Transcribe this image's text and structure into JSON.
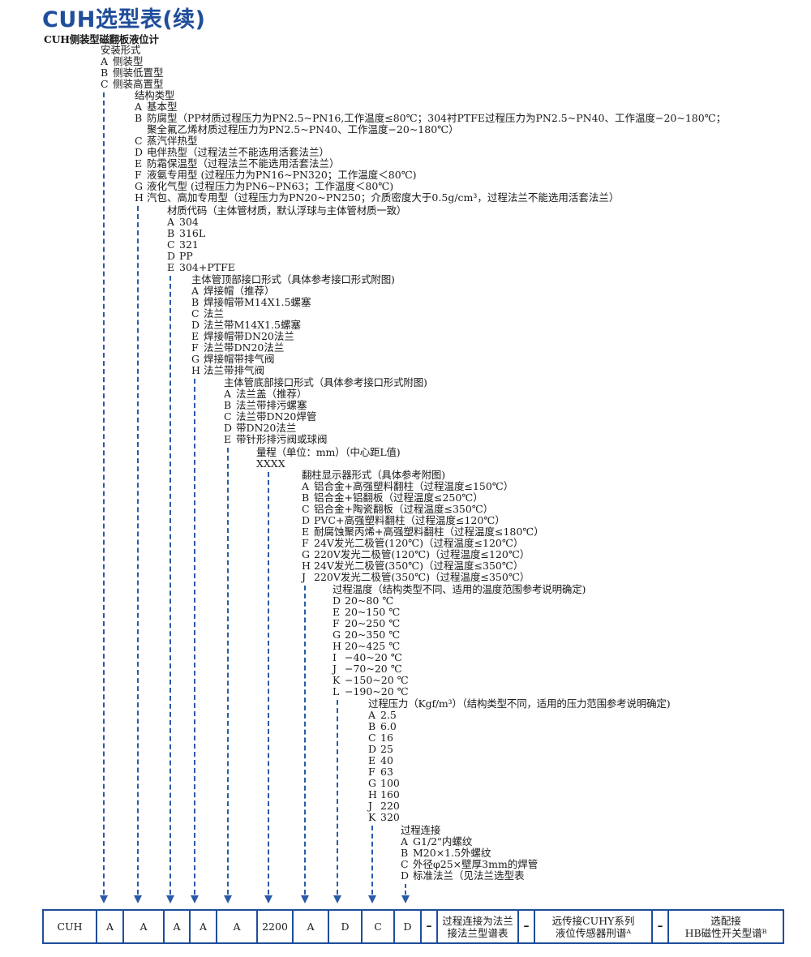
{
  "title": "CUH选型表(续)",
  "subtitle": "CUH侧装型磁翻板液位计",
  "groups": [
    {
      "id": "install",
      "title": "安装形式",
      "options": [
        {
          "code": "A",
          "text": "侧装型"
        },
        {
          "code": "B",
          "text": "侧装低置型"
        },
        {
          "code": "C",
          "text": "侧装高置型"
        }
      ]
    },
    {
      "id": "structure",
      "title": "结构类型",
      "options": [
        {
          "code": "A",
          "text": "基本型"
        },
        {
          "code": "B",
          "text": "防腐型（PP材质过程压力为PN2.5~PN16,工作温度≤80℃；304衬PTFE过程压力为PN2.5~PN40、工作温度−20~180℃；"
        },
        {
          "code": "",
          "text": "聚全氟乙烯材质过程压力为PN2.5~PN40、工作温度−20~180℃）"
        },
        {
          "code": "C",
          "text": "蒸汽伴热型"
        },
        {
          "code": "D",
          "text": "电伴热型（过程法兰不能选用活套法兰）"
        },
        {
          "code": "E",
          "text": "防霜保温型（过程法兰不能选用活套法兰）"
        },
        {
          "code": "F",
          "text": "液氨专用型 (过程压力为PN16~PN320；工作温度＜80℃)"
        },
        {
          "code": "G",
          "text": "液化气型 (过程压力为PN6~PN63；工作温度＜80℃)"
        },
        {
          "code": "H",
          "text": "汽包、高加专用型（过程压力为PN20~PN250；介质密度大于0.5g/cm³，过程法兰不能选用活套法兰）"
        }
      ]
    },
    {
      "id": "material",
      "title": "材质代码（主体管材质，默认浮球与主体管材质一致）",
      "options": [
        {
          "code": "A",
          "text": "304"
        },
        {
          "code": "B",
          "text": "316L"
        },
        {
          "code": "C",
          "text": "321"
        },
        {
          "code": "D",
          "text": "PP"
        },
        {
          "code": "E",
          "text": "304+PTFE"
        }
      ]
    },
    {
      "id": "top-connection",
      "title": "主体管顶部接口形式（具体参考接口形式附图)",
      "options": [
        {
          "code": "A",
          "text": "焊接帽（推荐）"
        },
        {
          "code": "B",
          "text": "焊接帽带M14X1.5螺塞"
        },
        {
          "code": "C",
          "text": "法兰"
        },
        {
          "code": "D",
          "text": "法兰带M14X1.5螺塞"
        },
        {
          "code": "E",
          "text": "焊接帽带DN20法兰"
        },
        {
          "code": "F",
          "text": "法兰带DN20法兰"
        },
        {
          "code": "G",
          "text": "焊接帽带排气阀"
        },
        {
          "code": "H",
          "text": "法兰带排气阀"
        }
      ]
    },
    {
      "id": "bottom-connection",
      "title": "主体管底部接口形式（具体参考接口形式附图)",
      "options": [
        {
          "code": "A",
          "text": "法兰盖（推荐）"
        },
        {
          "code": "B",
          "text": "法兰带排污螺塞"
        },
        {
          "code": "C",
          "text": "法兰带DN20焊管"
        },
        {
          "code": "D",
          "text": "带DN20法兰"
        },
        {
          "code": "E",
          "text": "带针形排污阀或球阀"
        }
      ]
    },
    {
      "id": "range",
      "title": "量程（单位：mm）（中心距L值)",
      "options": [
        {
          "code": "",
          "text": "XXXX"
        }
      ]
    },
    {
      "id": "indicator",
      "title": "翻柱显示器形式（具体参考附图)",
      "options": [
        {
          "code": "A",
          "text": "铝合金+高强塑料翻柱（过程温度≤150℃）"
        },
        {
          "code": "B",
          "text": "铝合金+铝翻板（过程温度≤250℃）"
        },
        {
          "code": "C",
          "text": "铝合金+陶瓷翻板（过程温度≤350℃）"
        },
        {
          "code": "D",
          "text": "PVC+高强塑料翻柱（过程温度≤120℃）"
        },
        {
          "code": "E",
          "text": "耐腐蚀聚丙烯+高强塑料翻柱（过程温度≤180℃）"
        },
        {
          "code": "F",
          "text": "24V发光二极管(120℃)（过程温度≤120℃）"
        },
        {
          "code": "G",
          "text": "220V发光二极管(120℃)（过程温度≤120℃）"
        },
        {
          "code": "H",
          "text": "24V发光二极管(350℃)（过程温度≤350℃）"
        },
        {
          "code": "J",
          "text": "220V发光二极管(350℃)（过程温度≤350℃）"
        }
      ]
    },
    {
      "id": "temperature",
      "title": "过程温度（结构类型不同、适用的温度范围参考说明确定)",
      "options": [
        {
          "code": "D",
          "text": "20~80 ℃"
        },
        {
          "code": "E",
          "text": "20~150 ℃"
        },
        {
          "code": "F",
          "text": "20~250 ℃"
        },
        {
          "code": "G",
          "text": "20~350 ℃"
        },
        {
          "code": "H",
          "text": "20~425 ℃"
        },
        {
          "code": "I",
          "text": "−40~20 ℃"
        },
        {
          "code": "J",
          "text": "−70~20 ℃"
        },
        {
          "code": "K",
          "text": "−150~20 ℃"
        },
        {
          "code": "L",
          "text": "−190~20 ℃"
        }
      ]
    },
    {
      "id": "pressure",
      "title": "过程压力（Kgf/m³）（结构类型不同，适用的压力范围参考说明确定)",
      "options": [
        {
          "code": "A",
          "text": "2.5"
        },
        {
          "code": "B",
          "text": "6.0"
        },
        {
          "code": "C",
          "text": "16"
        },
        {
          "code": "D",
          "text": "25"
        },
        {
          "code": "E",
          "text": "40"
        },
        {
          "code": "F",
          "text": "63"
        },
        {
          "code": "G",
          "text": "100"
        },
        {
          "code": "H",
          "text": "160"
        },
        {
          "code": "J",
          "text": "220"
        },
        {
          "code": "K",
          "text": "320"
        }
      ]
    },
    {
      "id": "process-connection",
      "title": "过程连接",
      "options": [
        {
          "code": "A",
          "text": "G1/2\"内螺纹"
        },
        {
          "code": "B",
          "text": "M20×1.5外螺纹"
        },
        {
          "code": "C",
          "text": "外径φ25×壁厚3mm的焊管"
        },
        {
          "code": "D",
          "text": "标准法兰（见法兰选型表"
        }
      ]
    }
  ],
  "code_row": [
    {
      "id": "model",
      "text": "CUH"
    },
    {
      "id": "install",
      "text": "A"
    },
    {
      "id": "structure",
      "text": "A"
    },
    {
      "id": "material",
      "text": "A"
    },
    {
      "id": "top-connection",
      "text": "A"
    },
    {
      "id": "bottom-connection",
      "text": "A"
    },
    {
      "id": "range",
      "text": "2200"
    },
    {
      "id": "indicator",
      "text": "A"
    },
    {
      "id": "temperature",
      "text": "D"
    },
    {
      "id": "pressure",
      "text": "C"
    },
    {
      "id": "process-connection",
      "text": "D"
    },
    {
      "id": "sep-1",
      "text": "–"
    },
    {
      "id": "flange-note",
      "text": "过程连接为法兰\n接法兰型谱表"
    },
    {
      "id": "sep-2",
      "text": "–"
    },
    {
      "id": "remote-note",
      "text": "远传接CUHY系列\n液位传感器刑谱ᴬ"
    },
    {
      "id": "sep-3",
      "text": "–"
    },
    {
      "id": "switch-note",
      "text": "选配接\nHB磁性开关型谱ᴮ"
    }
  ],
  "colors": {
    "accent": "#1f4e9a",
    "arrow": "#2a5aa8"
  }
}
